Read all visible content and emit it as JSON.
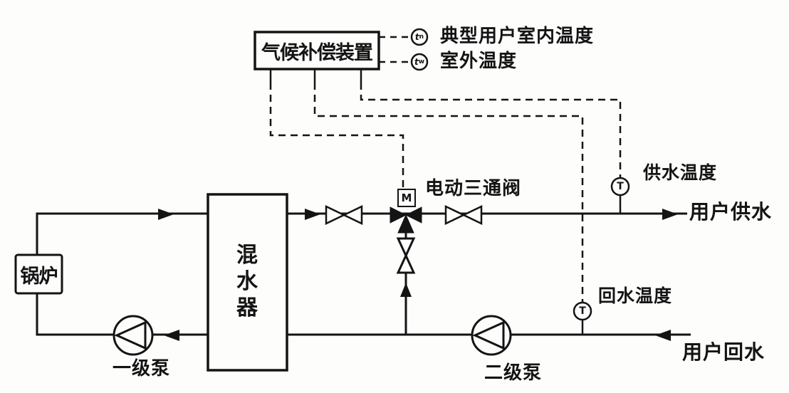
{
  "diagram": {
    "background": "#fdfdfc",
    "ink_color": "#141414",
    "description": "Heating system schematic with climate compensation control"
  },
  "climate_box": {
    "label": "气候补偿装置"
  },
  "sensors": {
    "indoor": {
      "symbol": "t",
      "sub": "n",
      "label": "典型用户室内温度"
    },
    "outdoor": {
      "symbol": "t",
      "sub": "w",
      "label": "室外温度"
    },
    "supply": {
      "symbol": "T",
      "label": "供水温度"
    },
    "return": {
      "symbol": "T",
      "label": "回水温度"
    }
  },
  "equipment": {
    "boiler": {
      "label": "锅炉"
    },
    "mixer": {
      "label": "混水器"
    },
    "primary_pump": {
      "label": "一级泵"
    },
    "secondary_pump": {
      "label": "二级泵"
    },
    "three_way_valve": {
      "label": "电动三通阀",
      "actuator": "M"
    }
  },
  "streams": {
    "user_supply": {
      "label": "用户供水"
    },
    "user_return": {
      "label": "用户回水"
    }
  }
}
